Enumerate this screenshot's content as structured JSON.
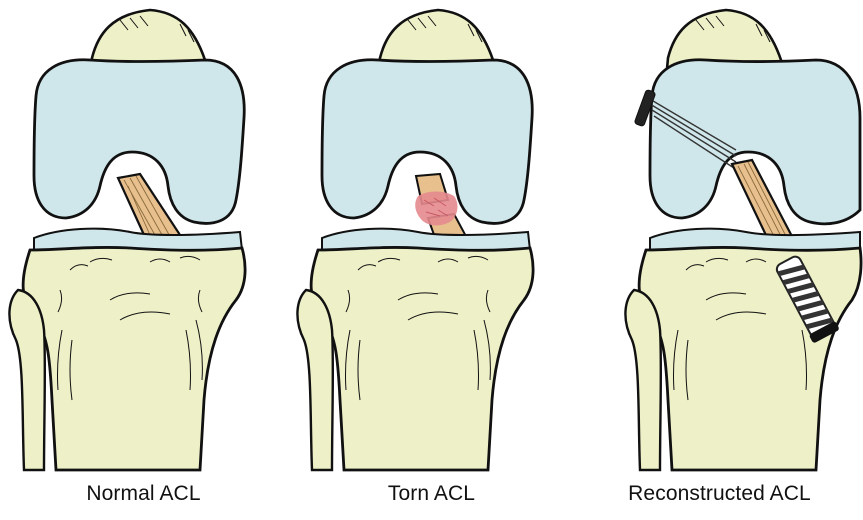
{
  "panels": [
    {
      "id": "normal",
      "caption": "Normal ACL"
    },
    {
      "id": "torn",
      "caption": "Torn ACL"
    },
    {
      "id": "reconstructed",
      "caption": "Reconstructed ACL"
    }
  ],
  "colors": {
    "bone": "#eef0c8",
    "cartilage": "#cfe6ea",
    "ligament": "#e7c08d",
    "tear": "#e58a8f",
    "ink": "#111111",
    "graft_screw": "#333333"
  }
}
